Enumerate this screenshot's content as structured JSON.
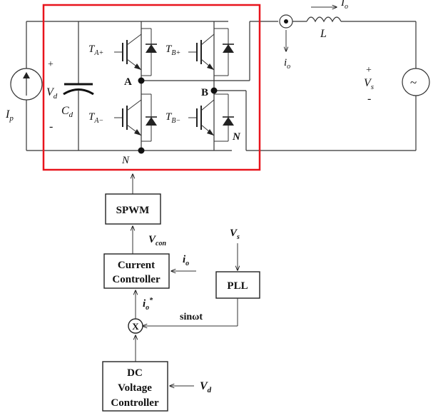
{
  "circuit": {
    "source": {
      "label_main": "I",
      "label_sub": "p"
    },
    "capacitor": {
      "label_main": "C",
      "label_sub": "d"
    },
    "dc_voltage": {
      "plus": "+",
      "minus": "-",
      "label_main": "V",
      "label_sub": "d"
    },
    "switches": {
      "ta_plus": {
        "main": "T",
        "sub": "A+"
      },
      "tb_plus": {
        "main": "T",
        "sub": "B+"
      },
      "ta_minus": {
        "main": "T",
        "sub": "A−"
      },
      "tb_minus": {
        "main": "T",
        "sub": "B−"
      }
    },
    "nodes": {
      "a": "A",
      "b": "B",
      "n_bottom": "N",
      "n_right": "N"
    },
    "inductor": {
      "label": "L"
    },
    "output_current": {
      "top_main": "I",
      "top_sub": "o",
      "side_main": "i",
      "side_sub": "o"
    },
    "grid_voltage": {
      "plus": "+",
      "minus": "-",
      "label_main": "V",
      "label_sub": "s",
      "symbol": "~"
    }
  },
  "control": {
    "spwm": {
      "label": "SPWM"
    },
    "vcon": {
      "main": "V",
      "sub": "con"
    },
    "current_controller": {
      "line1": "Current",
      "line2": "Controller"
    },
    "io_input": {
      "main": "i",
      "sub": "o"
    },
    "vs_input": {
      "main": "V",
      "sub": "s"
    },
    "pll": {
      "label": "PLL"
    },
    "io_ref": {
      "main": "i",
      "sub": "o",
      "sup": "*"
    },
    "sin_signal": {
      "label": "sinωt"
    },
    "multiplier": {
      "symbol": "X"
    },
    "dc_controller": {
      "line1": "DC",
      "line2": "Voltage",
      "line3": "Controller"
    },
    "vd_input": {
      "main": "V",
      "sub": "d"
    }
  },
  "colors": {
    "highlight_box": "#e8141c",
    "wire": "#333333"
  }
}
